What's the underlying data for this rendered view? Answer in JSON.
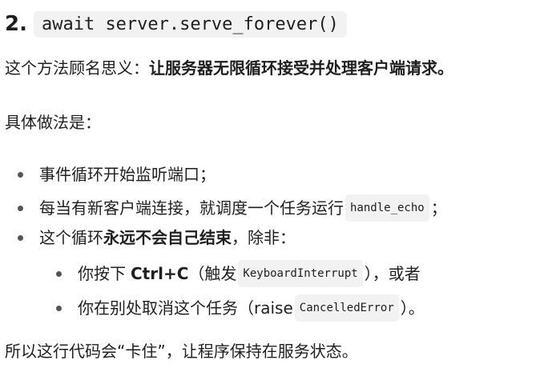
{
  "heading": {
    "number": "2.",
    "code": "await server.serve_forever()"
  },
  "intro": {
    "prefix": "这个方法顾名思义：",
    "bold": "让服务器无限循环接受并处理客户端请求。"
  },
  "method_label": "具体做法是：",
  "bullets": {
    "b1": "事件循环开始监听端口；",
    "b2_text": "每当有新客户端连接，就调度一个任务运行",
    "b2_code": "handle_echo",
    "b2_tail": "；",
    "b3_prefix": "这个循环",
    "b3_bold": "永远不会自己结束",
    "b3_tail": "，除非：",
    "s1_prefix": "你按下",
    "s1_bold": "Ctrl+C",
    "s1_mid": "（触发",
    "s1_code": "KeyboardInterrupt",
    "s1_tail": "），或者",
    "s2_prefix": "你在别处取消这个任务（raise",
    "s2_code": "CancelledError",
    "s2_tail": "）。"
  },
  "conclusion": "所以这行代码会“卡住”，让程序保持在服务状态。"
}
